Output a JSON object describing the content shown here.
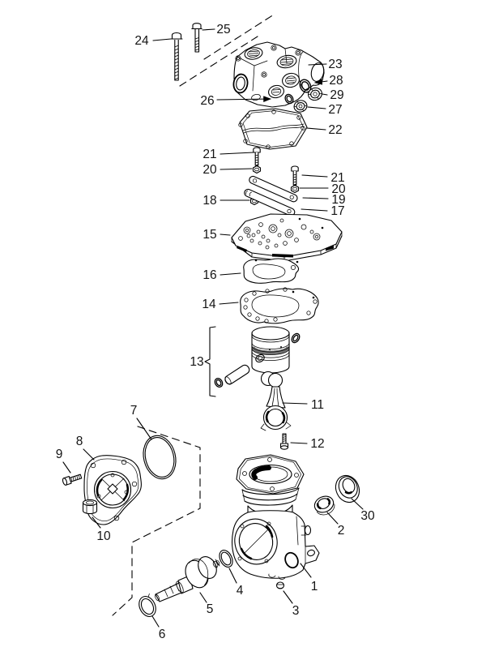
{
  "figure": {
    "kind": "exploded-parts-diagram",
    "background_color": "#ffffff",
    "line_color": "#000000",
    "text_color": "#141414"
  },
  "callouts": [
    {
      "id": "24",
      "label": "24"
    },
    {
      "id": "25",
      "label": "25"
    },
    {
      "id": "23",
      "label": "23"
    },
    {
      "id": "28",
      "label": "28"
    },
    {
      "id": "29",
      "label": "29"
    },
    {
      "id": "26",
      "label": "26"
    },
    {
      "id": "27",
      "label": "27"
    },
    {
      "id": "22",
      "label": "22"
    },
    {
      "id": "21-left",
      "label": "21"
    },
    {
      "id": "20-left",
      "label": "20"
    },
    {
      "id": "18",
      "label": "18"
    },
    {
      "id": "21-right",
      "label": "21"
    },
    {
      "id": "20-right",
      "label": "20"
    },
    {
      "id": "19",
      "label": "19"
    },
    {
      "id": "17",
      "label": "17"
    },
    {
      "id": "15",
      "label": "15"
    },
    {
      "id": "16",
      "label": "16"
    },
    {
      "id": "14",
      "label": "14"
    },
    {
      "id": "13",
      "label": "13"
    },
    {
      "id": "11",
      "label": "11"
    },
    {
      "id": "12",
      "label": "12"
    },
    {
      "id": "7",
      "label": "7"
    },
    {
      "id": "8",
      "label": "8"
    },
    {
      "id": "9",
      "label": "9"
    },
    {
      "id": "10",
      "label": "10"
    },
    {
      "id": "1",
      "label": "1"
    },
    {
      "id": "2",
      "label": "2"
    },
    {
      "id": "30",
      "label": "30"
    },
    {
      "id": "3",
      "label": "3"
    },
    {
      "id": "4",
      "label": "4"
    },
    {
      "id": "5",
      "label": "5"
    },
    {
      "id": "6",
      "label": "6"
    }
  ]
}
